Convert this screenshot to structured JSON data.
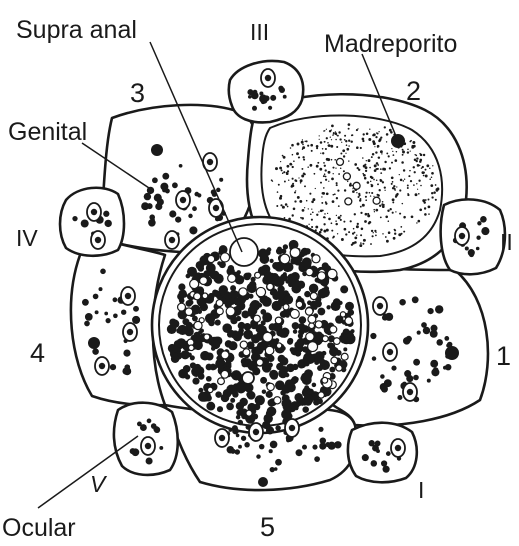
{
  "labels": {
    "supra_anal": "Supra anal",
    "madreporito": "Madreporito",
    "genital": "Genital",
    "ocular": "Ocular",
    "roman_III": "III",
    "roman_II": "II",
    "roman_IV": "IV",
    "roman_V": "V",
    "roman_I": "I",
    "num_1": "1",
    "num_2": "2",
    "num_3": "3",
    "num_4": "4",
    "num_5": "5"
  },
  "colors": {
    "ink": "#1a1a1a",
    "paper": "#ffffff"
  }
}
